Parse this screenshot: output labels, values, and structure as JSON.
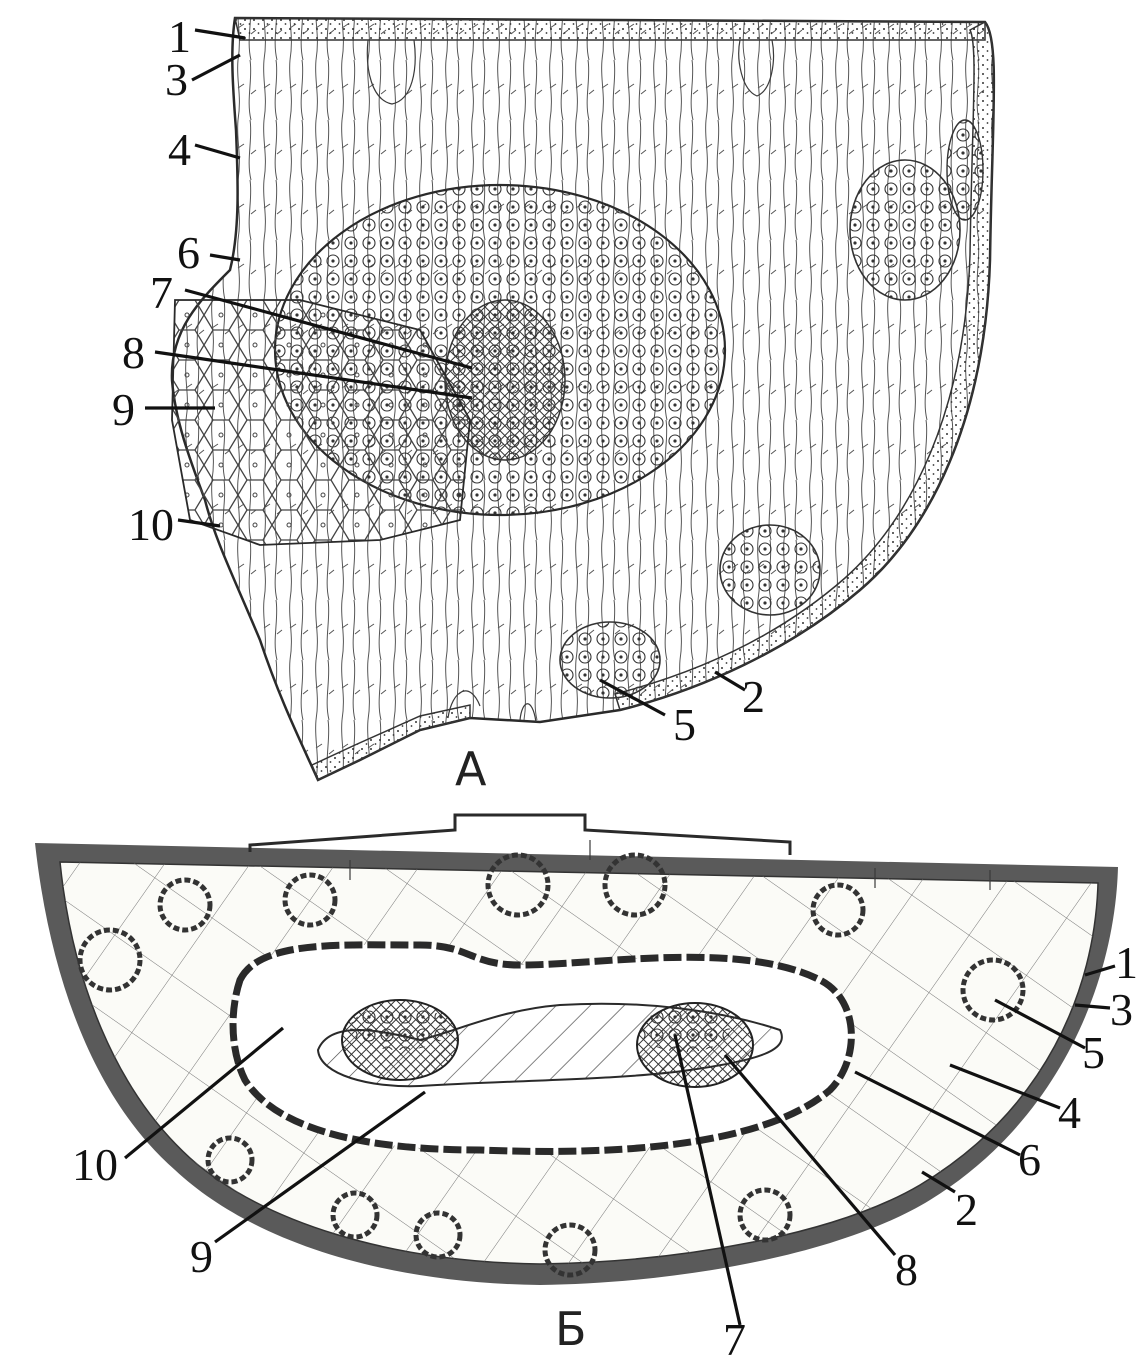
{
  "panels": [
    {
      "id": "A",
      "caption": "А",
      "labels": [
        "1",
        "3",
        "4",
        "6",
        "7",
        "8",
        "9",
        "10",
        "2",
        "5"
      ]
    },
    {
      "id": "B",
      "caption": "Б",
      "labels": [
        "1",
        "3",
        "5",
        "4",
        "6",
        "2",
        "8",
        "7",
        "9",
        "10"
      ]
    }
  ],
  "colors": {
    "ink": "#222222",
    "cuticle": "#5a5a5a",
    "background": "#ffffff"
  }
}
